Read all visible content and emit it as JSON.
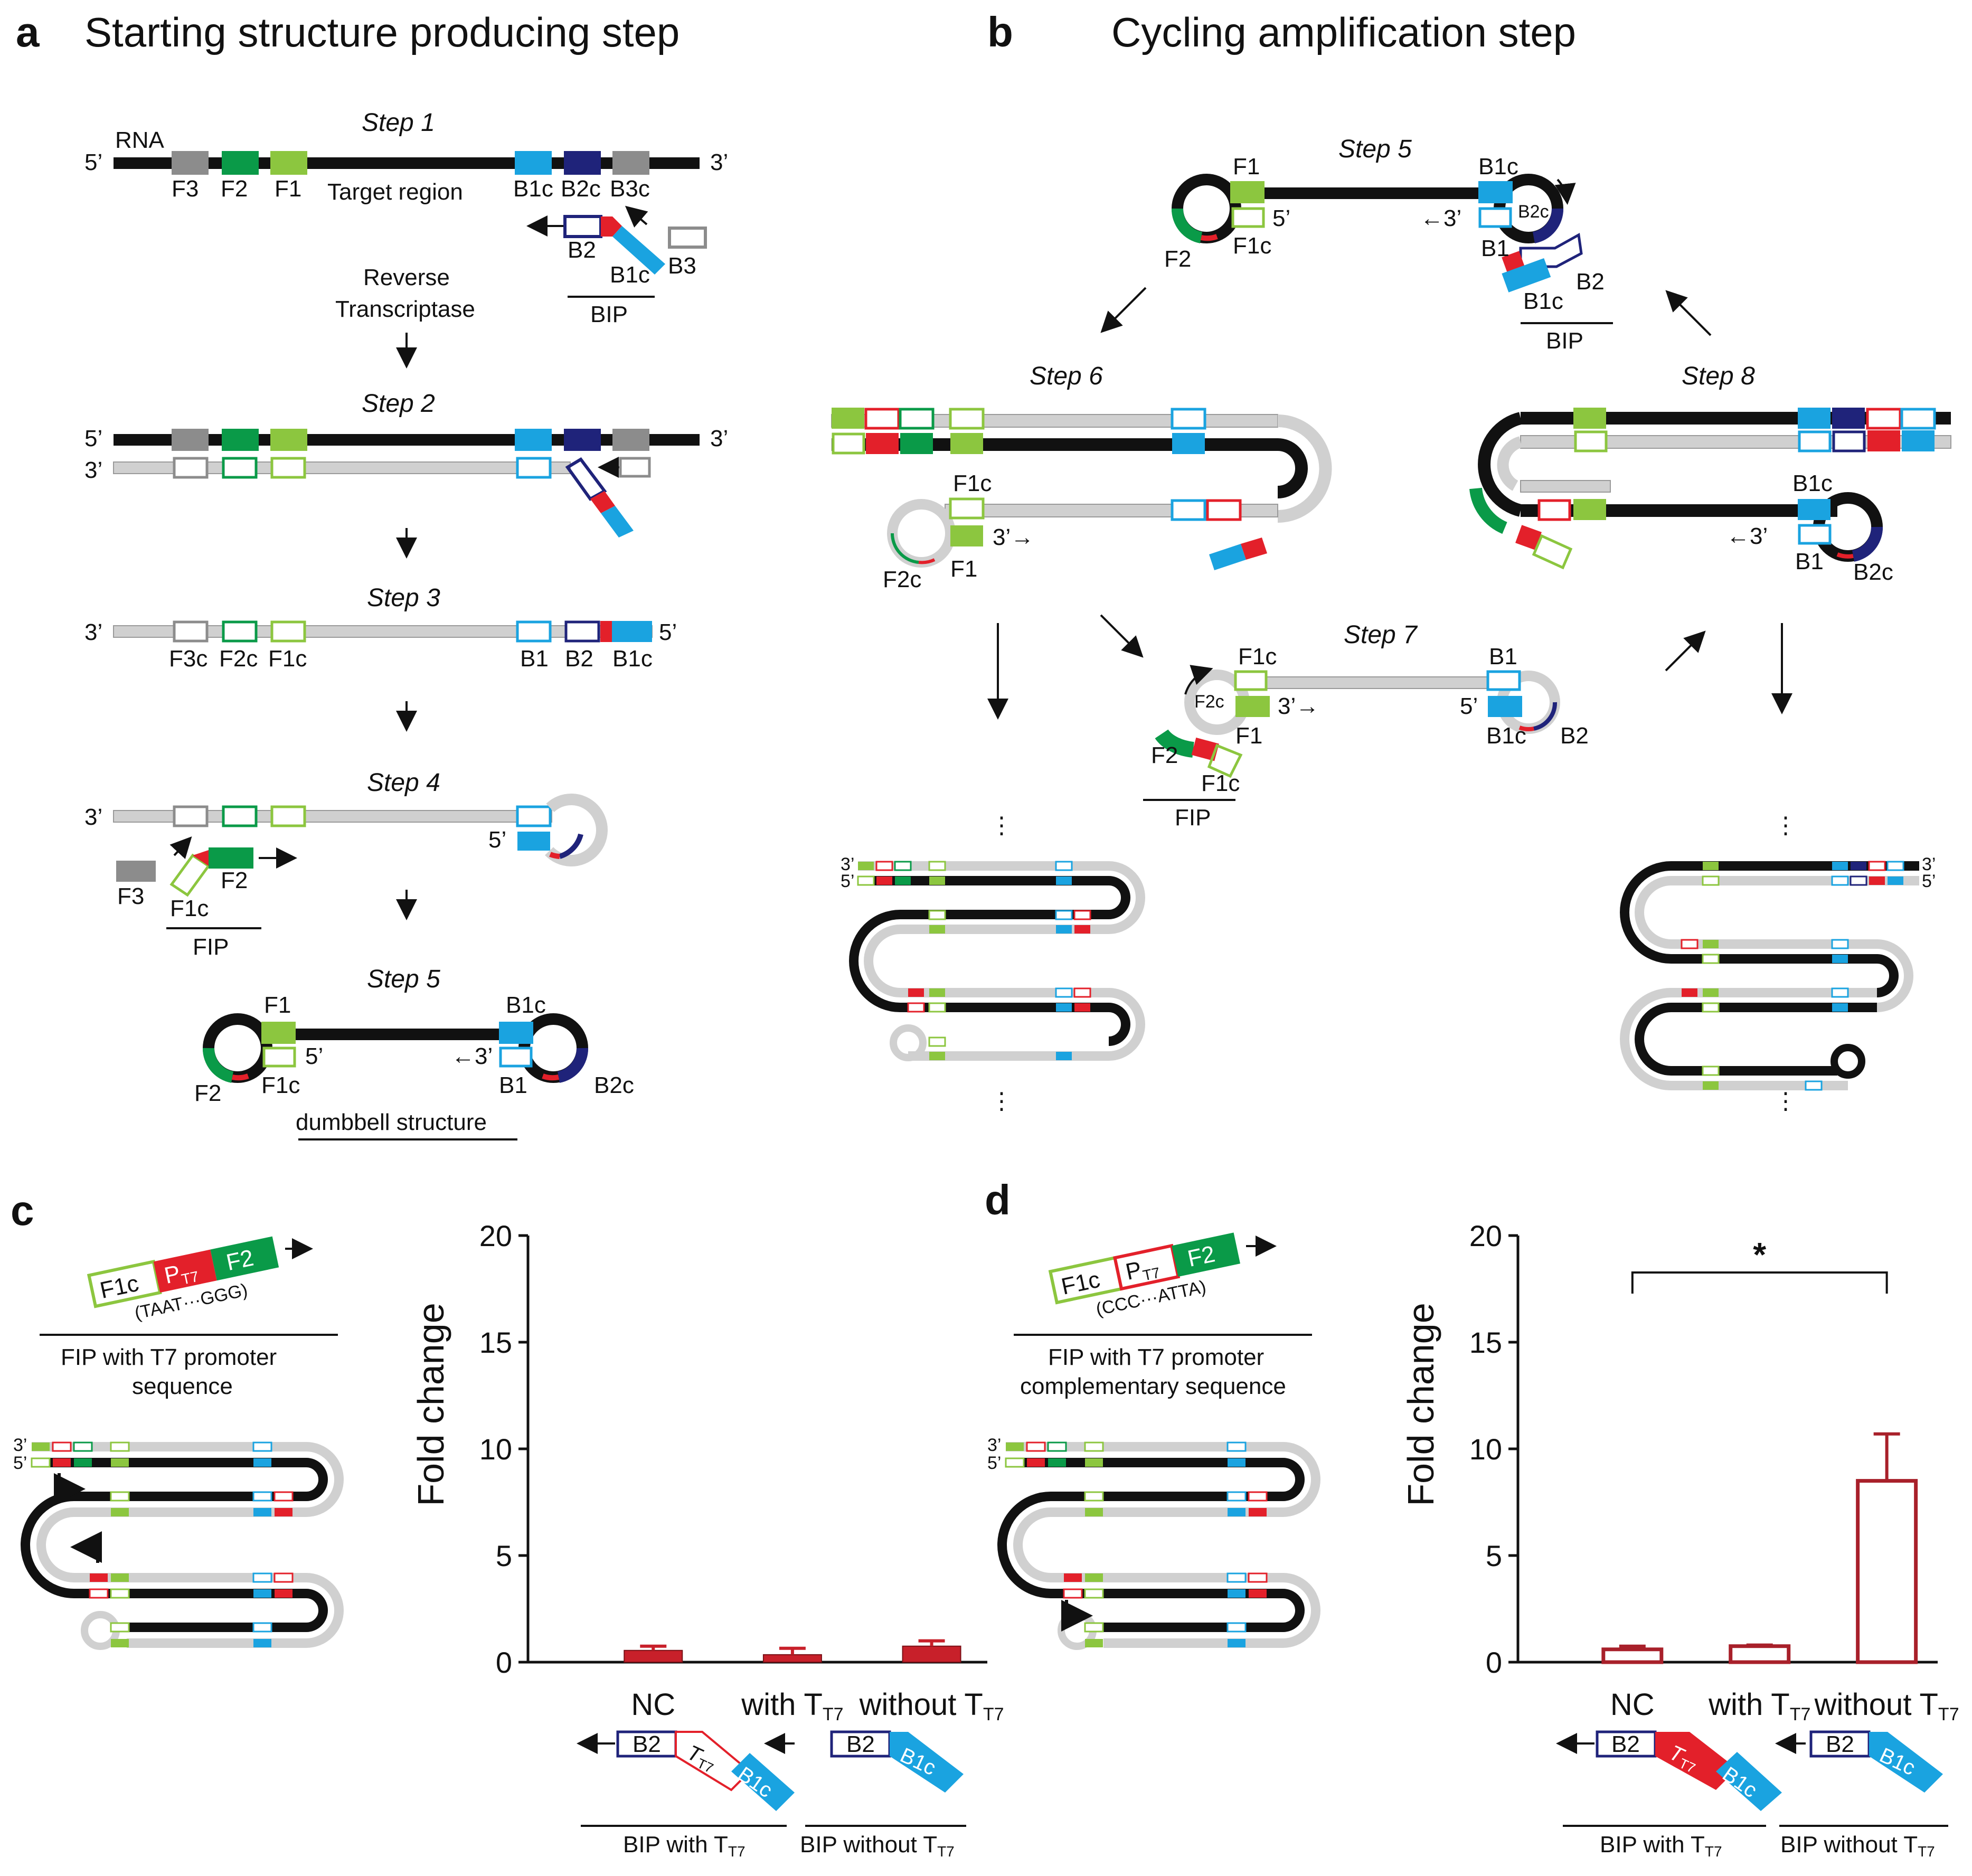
{
  "panels": {
    "a": {
      "letter": "a",
      "title": "Starting structure producing step"
    },
    "b": {
      "letter": "b",
      "title": "Cycling amplification step"
    },
    "c": {
      "letter": "c"
    },
    "d": {
      "letter": "d"
    }
  },
  "steps": {
    "s1": "Step 1",
    "s2": "Step 2",
    "s3": "Step 3",
    "s4": "Step 4",
    "s5": "Step 5",
    "s6": "Step 6",
    "s7": "Step 7",
    "s8": "Step 8"
  },
  "labels": {
    "five": "5’",
    "three": "3’",
    "rna": "RNA",
    "F3": "F3",
    "F2": "F2",
    "F1": "F1",
    "target": "Target region",
    "B1c": "B1c",
    "B2c": "B2c",
    "B3c": "B3c",
    "B2": "B2",
    "B3": "B3",
    "BIP": "BIP",
    "FIP": "FIP",
    "rt1": "Reverse",
    "rt2": "Transcriptase",
    "F3c": "F3c",
    "F2c": "F2c",
    "F1c": "F1c",
    "B1": "B1",
    "dumbbell": "dumbbell structure",
    "three_arrow": "3’→",
    "arrow_three": "←3’",
    "vdots": "⋮"
  },
  "c_primer": {
    "F1c": "F1c",
    "P": "P",
    "T7": "T7",
    "F2": "F2",
    "seq": "(TAAT···GGG)",
    "cap1": "FIP with T7 promoter",
    "cap2": "sequence"
  },
  "d_primer": {
    "F1c": "F1c",
    "P": "P",
    "T7": "T7",
    "F2": "F2",
    "seq": "(CCC···ATTA)",
    "cap1": "FIP with T7 promoter",
    "cap2": "complementary sequence"
  },
  "bip": {
    "B2": "B2",
    "T": "T",
    "T7": "T7",
    "B1c": "B1c",
    "with": "BIP with T",
    "without": "BIP without T",
    "sub": "T7"
  },
  "chart_data": [
    {
      "type": "bar",
      "panel": "c",
      "categories": [
        "NC",
        "with T",
        "without T"
      ],
      "category_subscripts": [
        "",
        "T7",
        "T7"
      ],
      "values": [
        0.55,
        0.35,
        0.75
      ],
      "errors": [
        0.2,
        0.3,
        0.25
      ],
      "ylabel": "Fold change",
      "ylim": [
        0,
        20
      ],
      "yticks": [
        0,
        5,
        10,
        15,
        20
      ],
      "bar_style": "filled",
      "bar_color": "#c8202a",
      "grid": false
    },
    {
      "type": "bar",
      "panel": "d",
      "categories": [
        "NC",
        "with T",
        "without T"
      ],
      "category_subscripts": [
        "",
        "T7",
        "T7"
      ],
      "values": [
        0.6,
        0.75,
        8.5
      ],
      "errors": [
        0.15,
        0.05,
        2.2
      ],
      "ylabel": "Fold change",
      "ylim": [
        0,
        20
      ],
      "yticks": [
        0,
        5,
        10,
        15,
        20
      ],
      "bar_style": "outline",
      "bar_color": "#a8202a",
      "significance": "*",
      "grid": false
    }
  ],
  "colors": {
    "black": "#111111",
    "grey": "#d0d0d0",
    "greyedge": "#9a9a9a",
    "primer_grey": "#8c8c8c",
    "dark_green": "#0a9a48",
    "light_green": "#8cc63f",
    "light_blue": "#1aa3e0",
    "navy": "#1f237a",
    "red": "#e3202a"
  }
}
